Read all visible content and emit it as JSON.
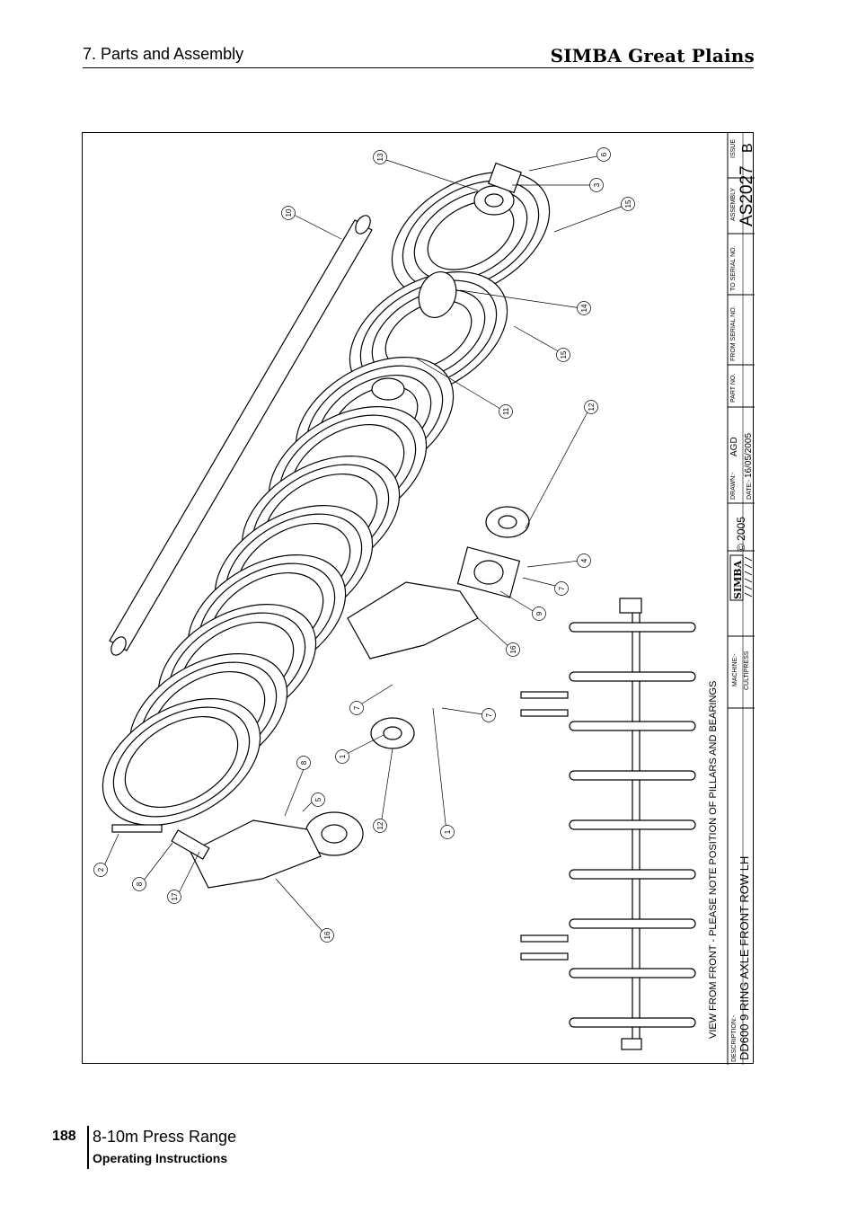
{
  "header": {
    "section": "7. Parts and Assembly",
    "brand": "SIMBA Great Plains"
  },
  "drawing": {
    "view_note": "VIEW FROM FRONT - PLEASE NOTE POSITION OF PILLARS AND BEARINGS",
    "callouts": [
      "13",
      "6",
      "3",
      "15",
      "10",
      "14",
      "15",
      "11",
      "12",
      "4",
      "7",
      "9",
      "16",
      "7",
      "7",
      "1",
      "8",
      "5",
      "12",
      "1",
      "2",
      "8",
      "17",
      "16"
    ],
    "title_block": {
      "description_label": "DESCRIPTION:-",
      "description": "DD600 9 RING AXLE FRONT ROW LH",
      "machine_label": "MACHINE:-",
      "machine": "CULTIPRESS",
      "logo_text": "SIMBA",
      "copyright": "© 2005",
      "drawn_label": "DRAWN:-",
      "drawn": "AGD",
      "date_label": "DATE:-",
      "date": "16/05/2005",
      "part_no_label": "PART NO.",
      "from_serial_label": "FROM SERIAL NO.",
      "to_serial_label": "TO SERIAL NO.",
      "assembly_label": "ASSEMBLY",
      "assembly": "AS2027",
      "issue_label": "ISSUE",
      "issue": "B"
    }
  },
  "footer": {
    "page_number": "188",
    "title": "8-10m Press Range",
    "subtitle": "Operating Instructions"
  }
}
